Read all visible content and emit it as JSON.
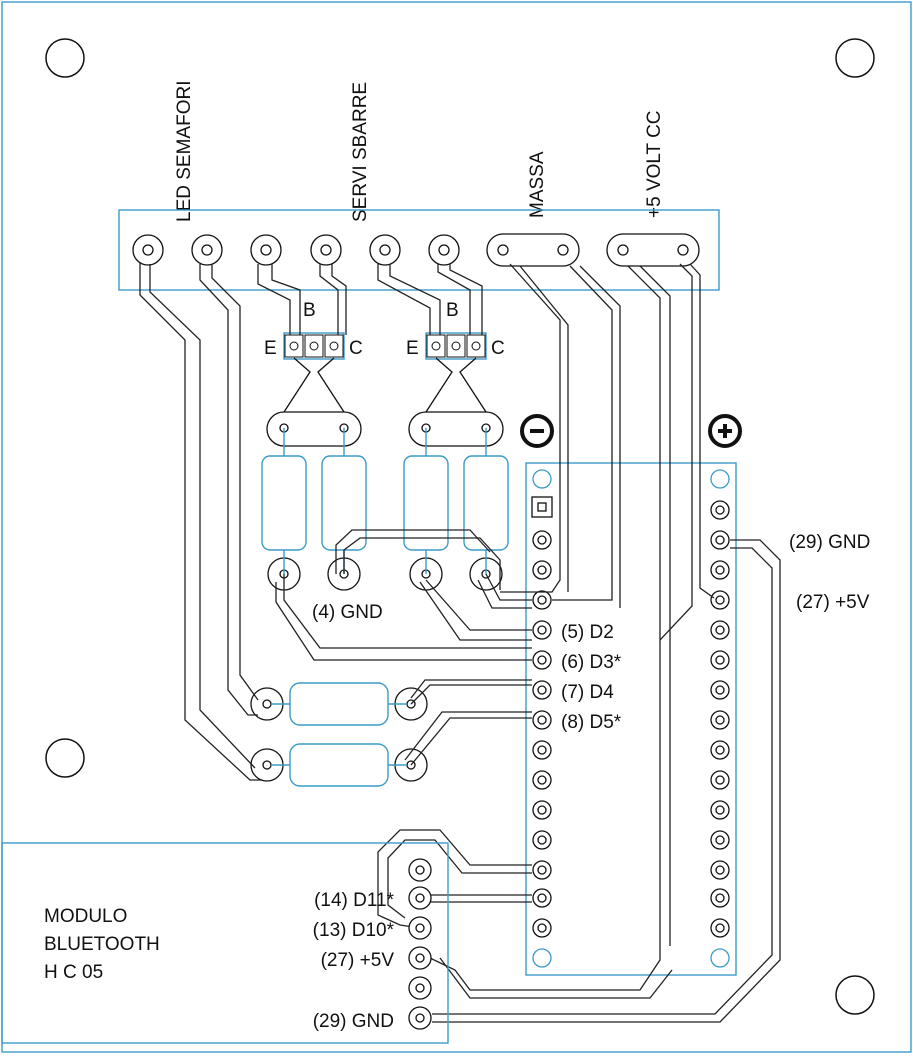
{
  "connector_labels": {
    "led": "LED SEMAFORI",
    "servo": "SERVI SBARRE",
    "ground": "MASSA",
    "power": "+5 VOLT CC"
  },
  "transistor_pins": {
    "b": "B",
    "e": "E",
    "c": "C"
  },
  "rail_symbols": {
    "minus": "−",
    "plus": "+"
  },
  "pin_labels": {
    "gnd29": "(29) GND",
    "v27": "(27) +5V",
    "gnd4": "(4) GND",
    "d2": "(5) D2",
    "d3": "(6) D3*",
    "d4": "(7) D4",
    "d5": "(8) D5*"
  },
  "bluetooth": {
    "title_line1": "MODULO",
    "title_line2": "BLUETOOTH",
    "title_line3": "H C 05",
    "pins": [
      "(14) D11*",
      "(13) D10*",
      "(27) +5V",
      "(29) GND"
    ]
  },
  "colors": {
    "trace": "#222222",
    "outline": "#3b9bc9",
    "background": "#ffffff"
  }
}
